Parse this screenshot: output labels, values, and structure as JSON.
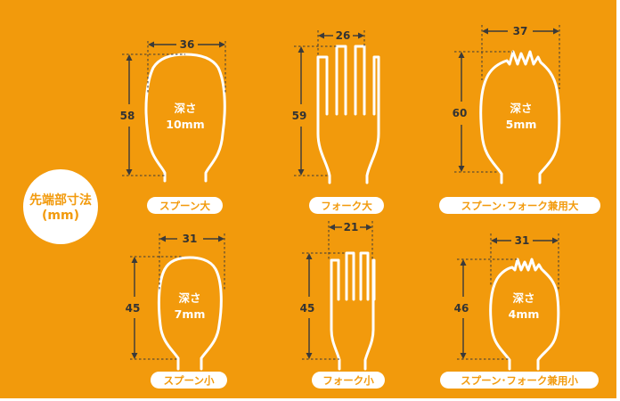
{
  "heading": {
    "line1": "先端部寸法",
    "line2": "(mm)"
  },
  "items": [
    {
      "label": "スプーン大",
      "type": "spoon",
      "width": "36",
      "height": "58",
      "depth_label": "深さ",
      "depth_value": "10mm"
    },
    {
      "label": "フォーク大",
      "type": "fork",
      "width": "26",
      "height": "59"
    },
    {
      "label": "スプーン･フォーク兼用大",
      "type": "spork",
      "width": "37",
      "height": "60",
      "depth_label": "深さ",
      "depth_value": "5mm"
    },
    {
      "label": "スプーン小",
      "type": "spoon",
      "width": "31",
      "height": "45",
      "depth_label": "深さ",
      "depth_value": "7mm"
    },
    {
      "label": "フォーク小",
      "type": "fork",
      "width": "21",
      "height": "45"
    },
    {
      "label": "スプーン･フォーク兼用小",
      "type": "spork",
      "width": "31",
      "height": "46",
      "depth_label": "深さ",
      "depth_value": "4mm"
    }
  ],
  "colors": {
    "background": "#f29a0c",
    "outline": "#ffffff",
    "dimension": "#3a3a3a"
  }
}
